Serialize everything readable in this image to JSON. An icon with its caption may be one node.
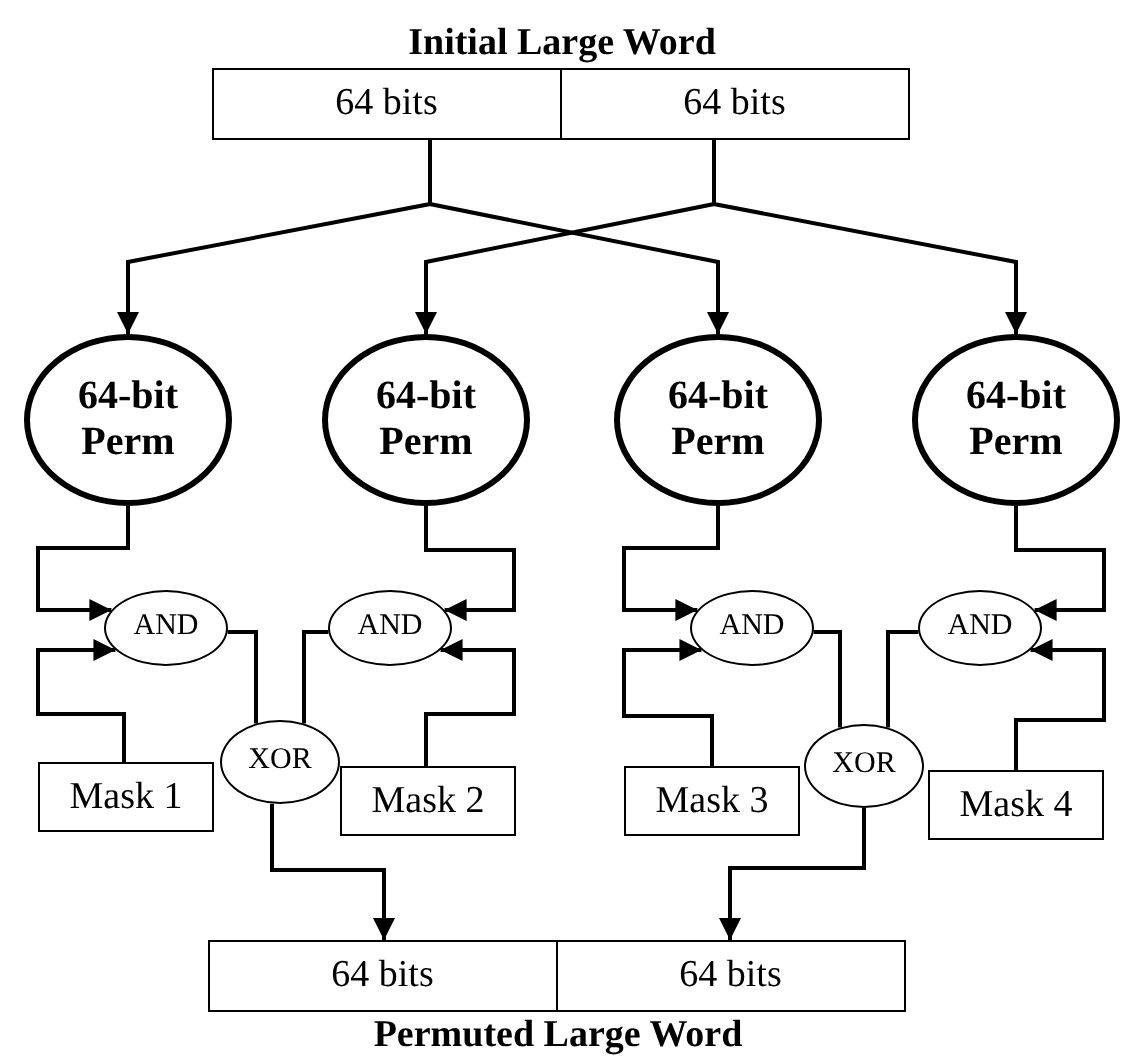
{
  "diagram": {
    "nodes": [
      {
        "text": [
          "Initial Large Word"
        ]
      },
      {
        "text": [
          "64 bits"
        ],
        "in": 0
      },
      {
        "text": [
          "64 bits"
        ],
        "in": 0
      },
      {
        "text": [
          "64-bit Perm"
        ]
      },
      {
        "text": [
          "64-bit Perm"
        ]
      },
      {
        "text": [
          "64-bit Perm"
        ]
      },
      {
        "text": [
          "64-bit Perm"
        ]
      },
      {
        "text": [
          "AND"
        ]
      },
      {
        "text": [
          "AND"
        ]
      },
      {
        "text": [
          "AND"
        ]
      },
      {
        "text": [
          "AND"
        ]
      },
      {
        "text": [
          "XOR"
        ]
      },
      {
        "text": [
          "XOR"
        ]
      },
      {
        "text": [
          "Mask 1"
        ]
      },
      {
        "text": [
          "Mask 2"
        ]
      },
      {
        "text": [
          "Mask 3"
        ]
      },
      {
        "text": [
          "Mask 4"
        ]
      },
      {
        "text": [
          "Permuted Large Word"
        ]
      },
      {
        "text": [
          "64 bits"
        ],
        "in": 17
      },
      {
        "text": [
          "64 bits"
        ],
        "in": 17
      }
    ],
    "edges": [
      {
        "from": 1,
        "to": 3,
        "arrow": "to"
      },
      {
        "from": 1,
        "to": 5,
        "arrow": "to"
      },
      {
        "from": 2,
        "to": 4,
        "arrow": "to"
      },
      {
        "from": 2,
        "to": 6,
        "arrow": "to"
      },
      {
        "from": 3,
        "to": 7,
        "arrow": "to"
      },
      {
        "from": 13,
        "to": 7,
        "arrow": "to"
      },
      {
        "from": 4,
        "to": 8,
        "arrow": "to"
      },
      {
        "from": 14,
        "to": 8,
        "arrow": "to"
      },
      {
        "from": 5,
        "to": 9,
        "arrow": "to"
      },
      {
        "from": 15,
        "to": 9,
        "arrow": "to"
      },
      {
        "from": 6,
        "to": 10,
        "arrow": "to"
      },
      {
        "from": 16,
        "to": 10,
        "arrow": "to"
      },
      {
        "from": 7,
        "to": 11,
        "arrow": "none"
      },
      {
        "from": 8,
        "to": 11,
        "arrow": "none"
      },
      {
        "from": 9,
        "to": 12,
        "arrow": "none"
      },
      {
        "from": 10,
        "to": 12,
        "arrow": "none"
      },
      {
        "from": 11,
        "to": 18,
        "arrow": "to"
      },
      {
        "from": 12,
        "to": 19,
        "arrow": "to"
      }
    ]
  }
}
